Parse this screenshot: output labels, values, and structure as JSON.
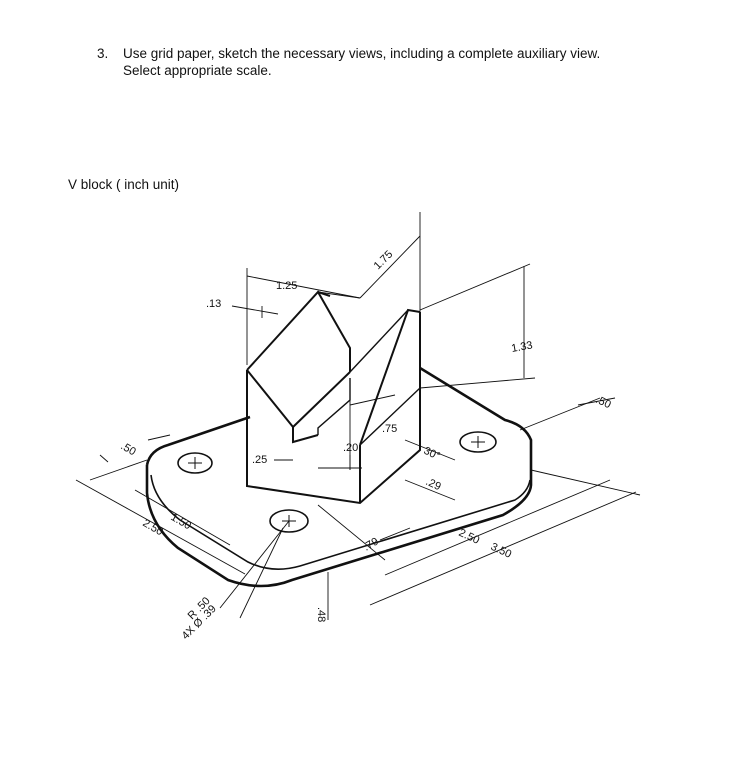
{
  "question": {
    "number": "3.",
    "line1": "Use grid paper, sketch the necessary views, including a complete auxiliary view.",
    "line2": "Select appropriate scale."
  },
  "figure": {
    "title": "V block ( inch unit)",
    "dimensions": {
      "d_1_75": "1.75",
      "d_1_25": "1.25",
      "d_13": ".13",
      "d_1_33": "1.33",
      "d_50_right": ".50",
      "d_75": ".75",
      "d_20": ".20",
      "d_25": ".25",
      "d_30deg": "30°",
      "d_29": ".29",
      "d_50_left": ".50",
      "d_1_50": "1.50",
      "d_2_50_left": "2.50",
      "d_79": ".79",
      "d_2_50_right": "2.50",
      "d_3_50": "3.50",
      "d_48": ".48",
      "d_r50": "R .50",
      "d_holes": "4X Ø .39"
    }
  }
}
